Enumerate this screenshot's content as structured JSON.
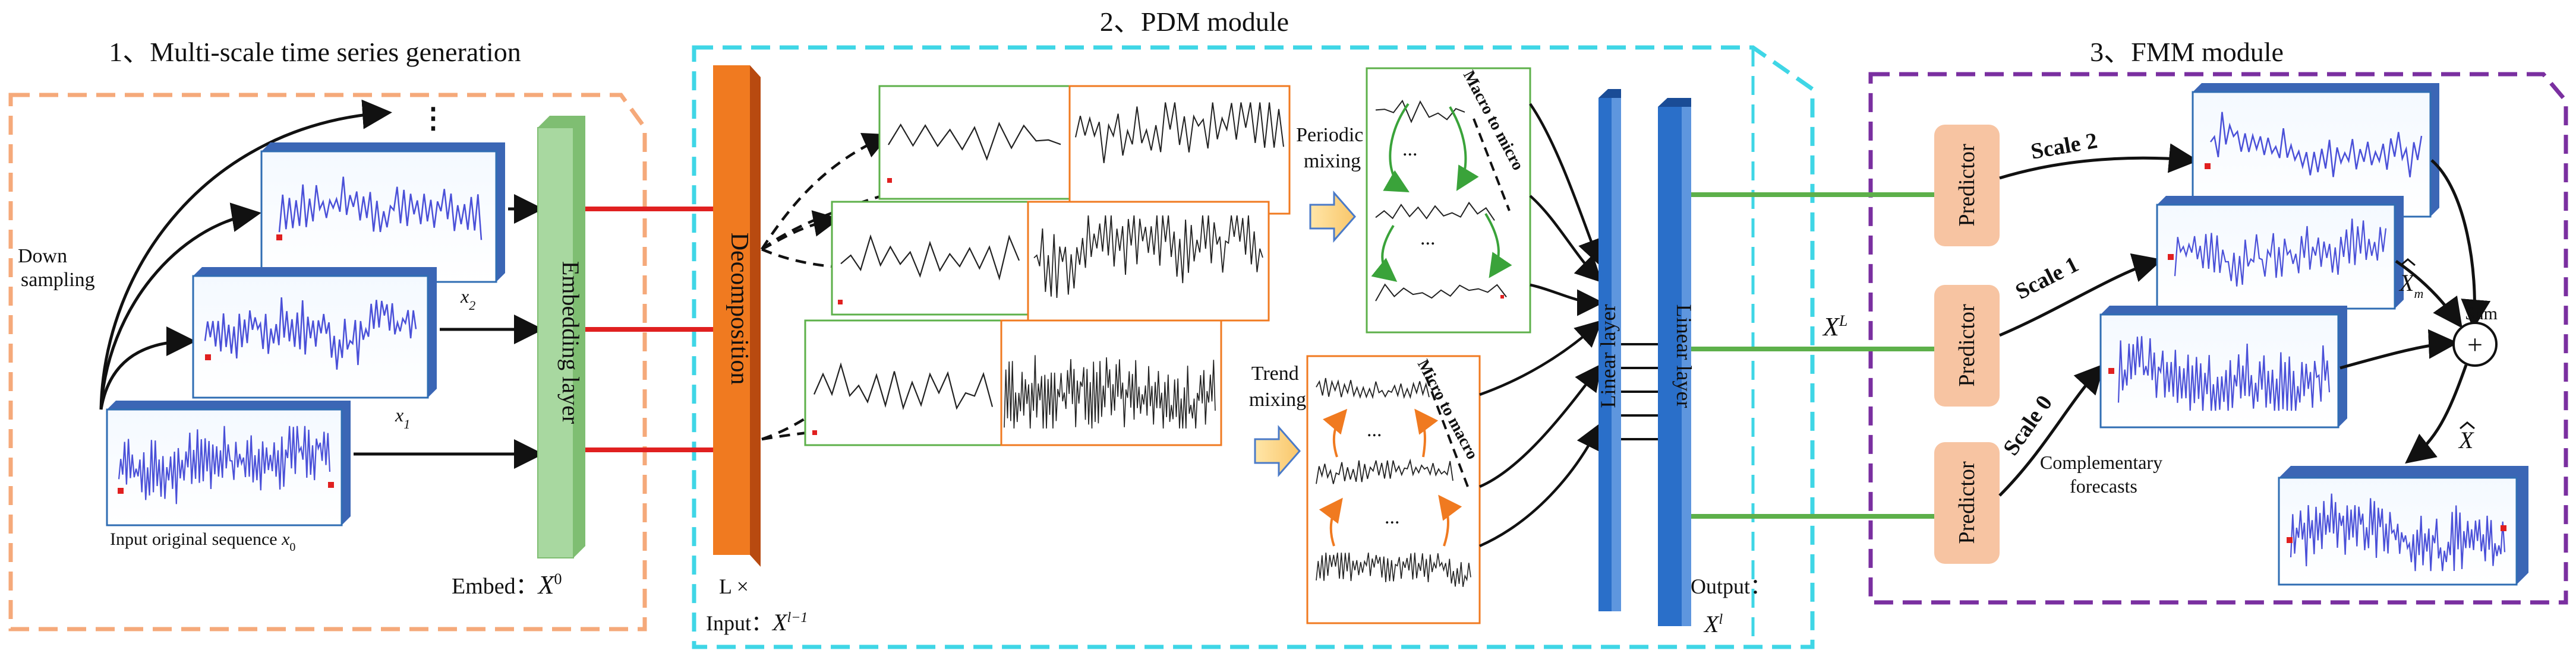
{
  "sections": {
    "generation": {
      "title": "1、Multi-scale time series generation"
    },
    "pdm": {
      "title": "2、PDM module"
    },
    "fmm": {
      "title": "3、FMM module"
    }
  },
  "generation": {
    "down_sampling": [
      "Down",
      "sampling"
    ],
    "scale_labels": {
      "x2": "x",
      "x2_sub": "2",
      "x1": "x",
      "x1_sub": "1"
    },
    "input_label": "Input original sequence ",
    "input_var": "x",
    "input_sub": "0",
    "ellipsis": "⋮",
    "embedding_layer": "Embedding layer",
    "embed_label": "Embed：",
    "embed_var": "X",
    "embed_sup": "0"
  },
  "pdm": {
    "decomposition": "Decomposition",
    "l_times": "L ×",
    "input_label": "Input：",
    "input_var": "X",
    "input_sup": "l−1",
    "periodic_mixing": [
      "Periodic",
      "mixing"
    ],
    "trend_mixing": [
      "Trend",
      "mixing"
    ],
    "macro_to_micro": "Macro to micro",
    "micro_to_macro": "Micro to macro",
    "dots": "...",
    "linear_layer_1": "Linear layer",
    "linear_layer_2": "Linear layer",
    "output_label": "Output：",
    "output_var": "X",
    "output_sup": "l"
  },
  "fmm": {
    "xl_var": "X",
    "xl_sup": "L",
    "predictor": "Predictor",
    "scales": [
      "Scale 2",
      "Scale 1",
      "Scale 0"
    ],
    "complementary": [
      "Complementary",
      "forecasts"
    ],
    "sum": "Sum",
    "plus": "+",
    "xm_var": "X",
    "xm_sub": "m",
    "xhat_var": "X"
  },
  "colors": {
    "orange_dash": "#F5A97A",
    "cyan_dash": "#3FD6E6",
    "purple_dash": "#7A2FA0",
    "embedding": "#A8D8A0",
    "decomposition": "#F07A20",
    "linear": "#2A6FC9",
    "predictor": "#F7C4A2",
    "green_line": "#5DB04A",
    "red_line": "#E02020",
    "series": "#4A50D8",
    "card_border": "#2F6DB3"
  }
}
